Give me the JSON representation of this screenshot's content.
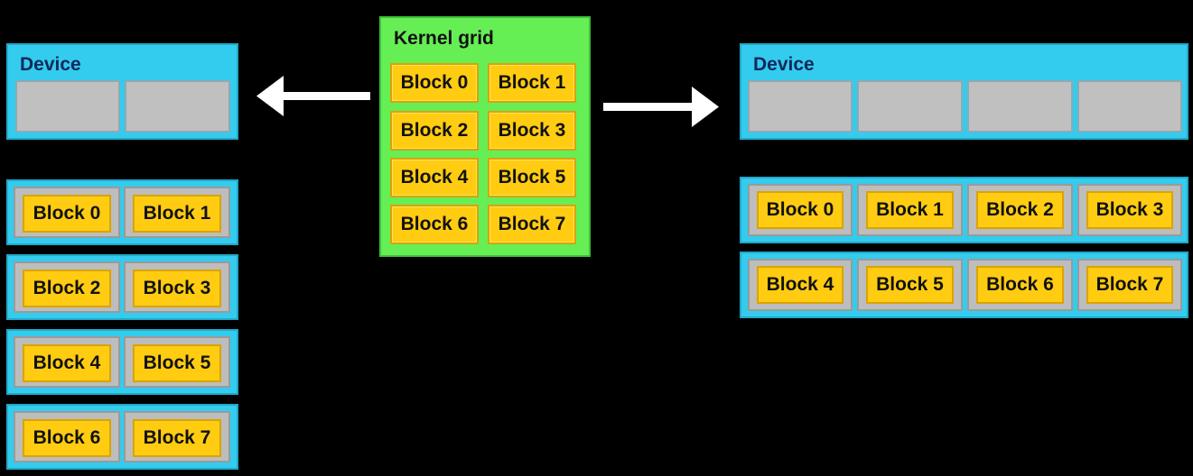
{
  "kernel": {
    "title": "Kernel grid",
    "blocks": [
      "Block 0",
      "Block 1",
      "Block 2",
      "Block 3",
      "Block 4",
      "Block 5",
      "Block 6",
      "Block 7"
    ]
  },
  "left_device": {
    "title": "Device",
    "rows": [
      [
        "Block 0",
        "Block 1"
      ],
      [
        "Block 2",
        "Block 3"
      ],
      [
        "Block 4",
        "Block 5"
      ],
      [
        "Block 6",
        "Block 7"
      ]
    ]
  },
  "right_device": {
    "title": "Device",
    "rows": [
      [
        "Block 0",
        "Block 1",
        "Block 2",
        "Block 3"
      ],
      [
        "Block 4",
        "Block 5",
        "Block 6",
        "Block 7"
      ]
    ]
  },
  "colors": {
    "kernel": "#66ee55",
    "device": "#33ccee",
    "block": "#ffcc11",
    "slot": "#c0c0c0",
    "arrow": "#ffffff",
    "background": "#000000"
  }
}
